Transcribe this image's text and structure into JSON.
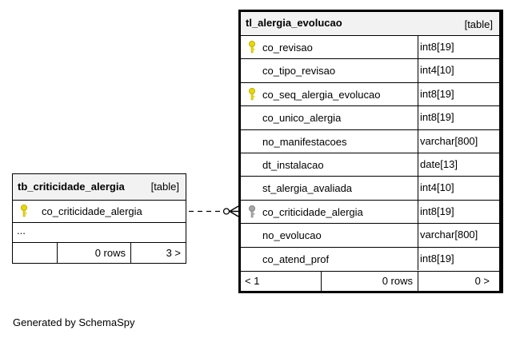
{
  "footer": "Generated by SchemaSpy",
  "left_table": {
    "name": "tb_criticidade_alergia",
    "kind": "[table]",
    "column": "co_criticidade_alergia",
    "ellipsis": "...",
    "rows": "0 rows",
    "children": "3 >"
  },
  "right_table": {
    "name": "tl_alergia_evolucao",
    "kind": "[table]",
    "columns": [
      {
        "name": "co_revisao",
        "type": "int8[19]",
        "key": "primary"
      },
      {
        "name": "co_tipo_revisao",
        "type": "int4[10]",
        "key": ""
      },
      {
        "name": "co_seq_alergia_evolucao",
        "type": "int8[19]",
        "key": "primary"
      },
      {
        "name": "co_unico_alergia",
        "type": "int8[19]",
        "key": ""
      },
      {
        "name": "no_manifestacoes",
        "type": "varchar[800]",
        "key": ""
      },
      {
        "name": "dt_instalacao",
        "type": "date[13]",
        "key": ""
      },
      {
        "name": "st_alergia_avaliada",
        "type": "int4[10]",
        "key": ""
      },
      {
        "name": "co_criticidade_alergia",
        "type": "int8[19]",
        "key": "foreign"
      },
      {
        "name": "no_evolucao",
        "type": "varchar[800]",
        "key": ""
      },
      {
        "name": "co_atend_prof",
        "type": "int8[19]",
        "key": ""
      }
    ],
    "parents": "< 1",
    "rows": "0 rows",
    "children": "0 >"
  },
  "colors": {
    "primary_key": "#e8d800",
    "foreign_key": "#a6a6a6"
  }
}
